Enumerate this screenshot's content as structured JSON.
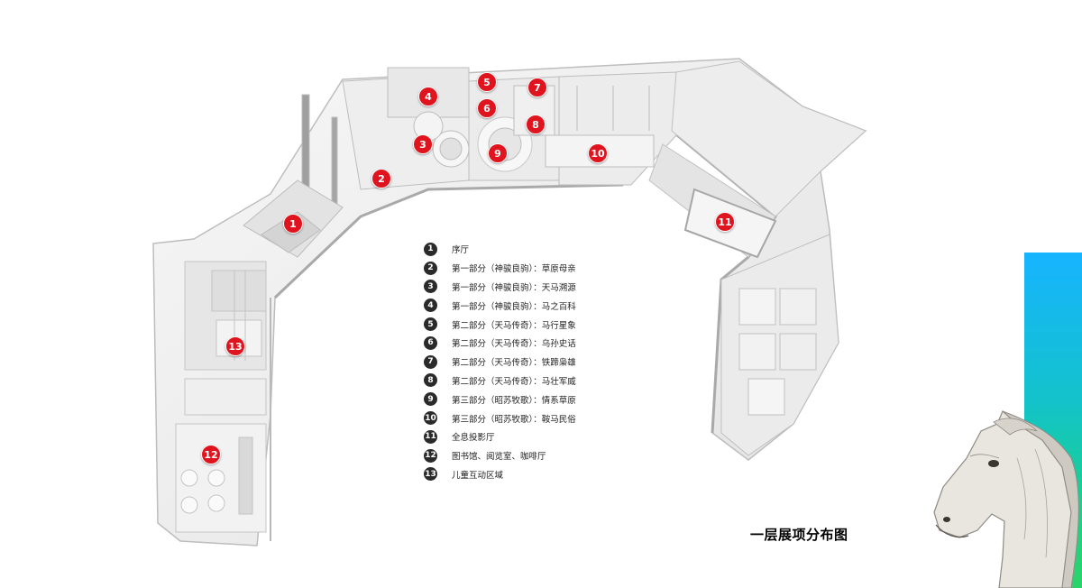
{
  "map": {
    "caption": "一层展项分布图",
    "markers": [
      {
        "id": "1",
        "label": "1"
      },
      {
        "id": "2",
        "label": "2"
      },
      {
        "id": "3",
        "label": "3"
      },
      {
        "id": "4",
        "label": "4"
      },
      {
        "id": "5",
        "label": "5"
      },
      {
        "id": "6",
        "label": "6"
      },
      {
        "id": "7",
        "label": "7"
      },
      {
        "id": "8",
        "label": "8"
      },
      {
        "id": "9",
        "label": "9"
      },
      {
        "id": "10",
        "label": "10"
      },
      {
        "id": "11",
        "label": "11"
      },
      {
        "id": "12",
        "label": "12"
      },
      {
        "id": "13",
        "label": "13"
      }
    ],
    "legend": [
      {
        "num": "1",
        "text": "序厅"
      },
      {
        "num": "2",
        "text": "第一部分（神骏良驹）：草原母亲"
      },
      {
        "num": "3",
        "text": "第一部分（神骏良驹）：天马溯源"
      },
      {
        "num": "4",
        "text": "第一部分（神骏良驹）：马之百科"
      },
      {
        "num": "5",
        "text": "第二部分（天马传奇）：马行星象"
      },
      {
        "num": "6",
        "text": "第二部分（天马传奇）：乌孙史话"
      },
      {
        "num": "7",
        "text": "第二部分（天马传奇）：铁蹄枭雄"
      },
      {
        "num": "8",
        "text": "第二部分（天马传奇）：马壮军威"
      },
      {
        "num": "9",
        "text": "第三部分（昭苏牧歌）：情系草原"
      },
      {
        "num": "10",
        "text": "第三部分（昭苏牧歌）：鞍马民俗"
      },
      {
        "num": "11",
        "text": "全息投影厅"
      },
      {
        "num": "12",
        "text": "图书馆、阅览室、咖啡厅"
      },
      {
        "num": "13",
        "text": "儿童互动区域"
      }
    ],
    "colors": {
      "marker": "#e0141e",
      "legend_badge": "#2a2a2a",
      "accent_top": "#17b4ff",
      "accent_bottom": "#2bd46a"
    },
    "icons": {
      "horse": "horse-head-illustration"
    }
  }
}
